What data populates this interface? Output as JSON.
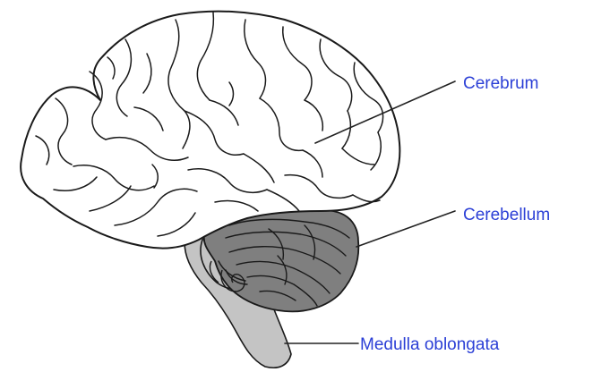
{
  "labels": {
    "cerebrum": "Cerebrum",
    "cerebellum": "Cerebellum",
    "medulla": "Medulla oblongata"
  },
  "colors": {
    "label_text": "#2b3fd6",
    "outline": "#1a1a1a",
    "cerebrum_fill": "#ffffff",
    "cerebellum_fill": "#7f7f7f",
    "brainstem_fill": "#c4c4c4",
    "leader_line": "#222222"
  }
}
